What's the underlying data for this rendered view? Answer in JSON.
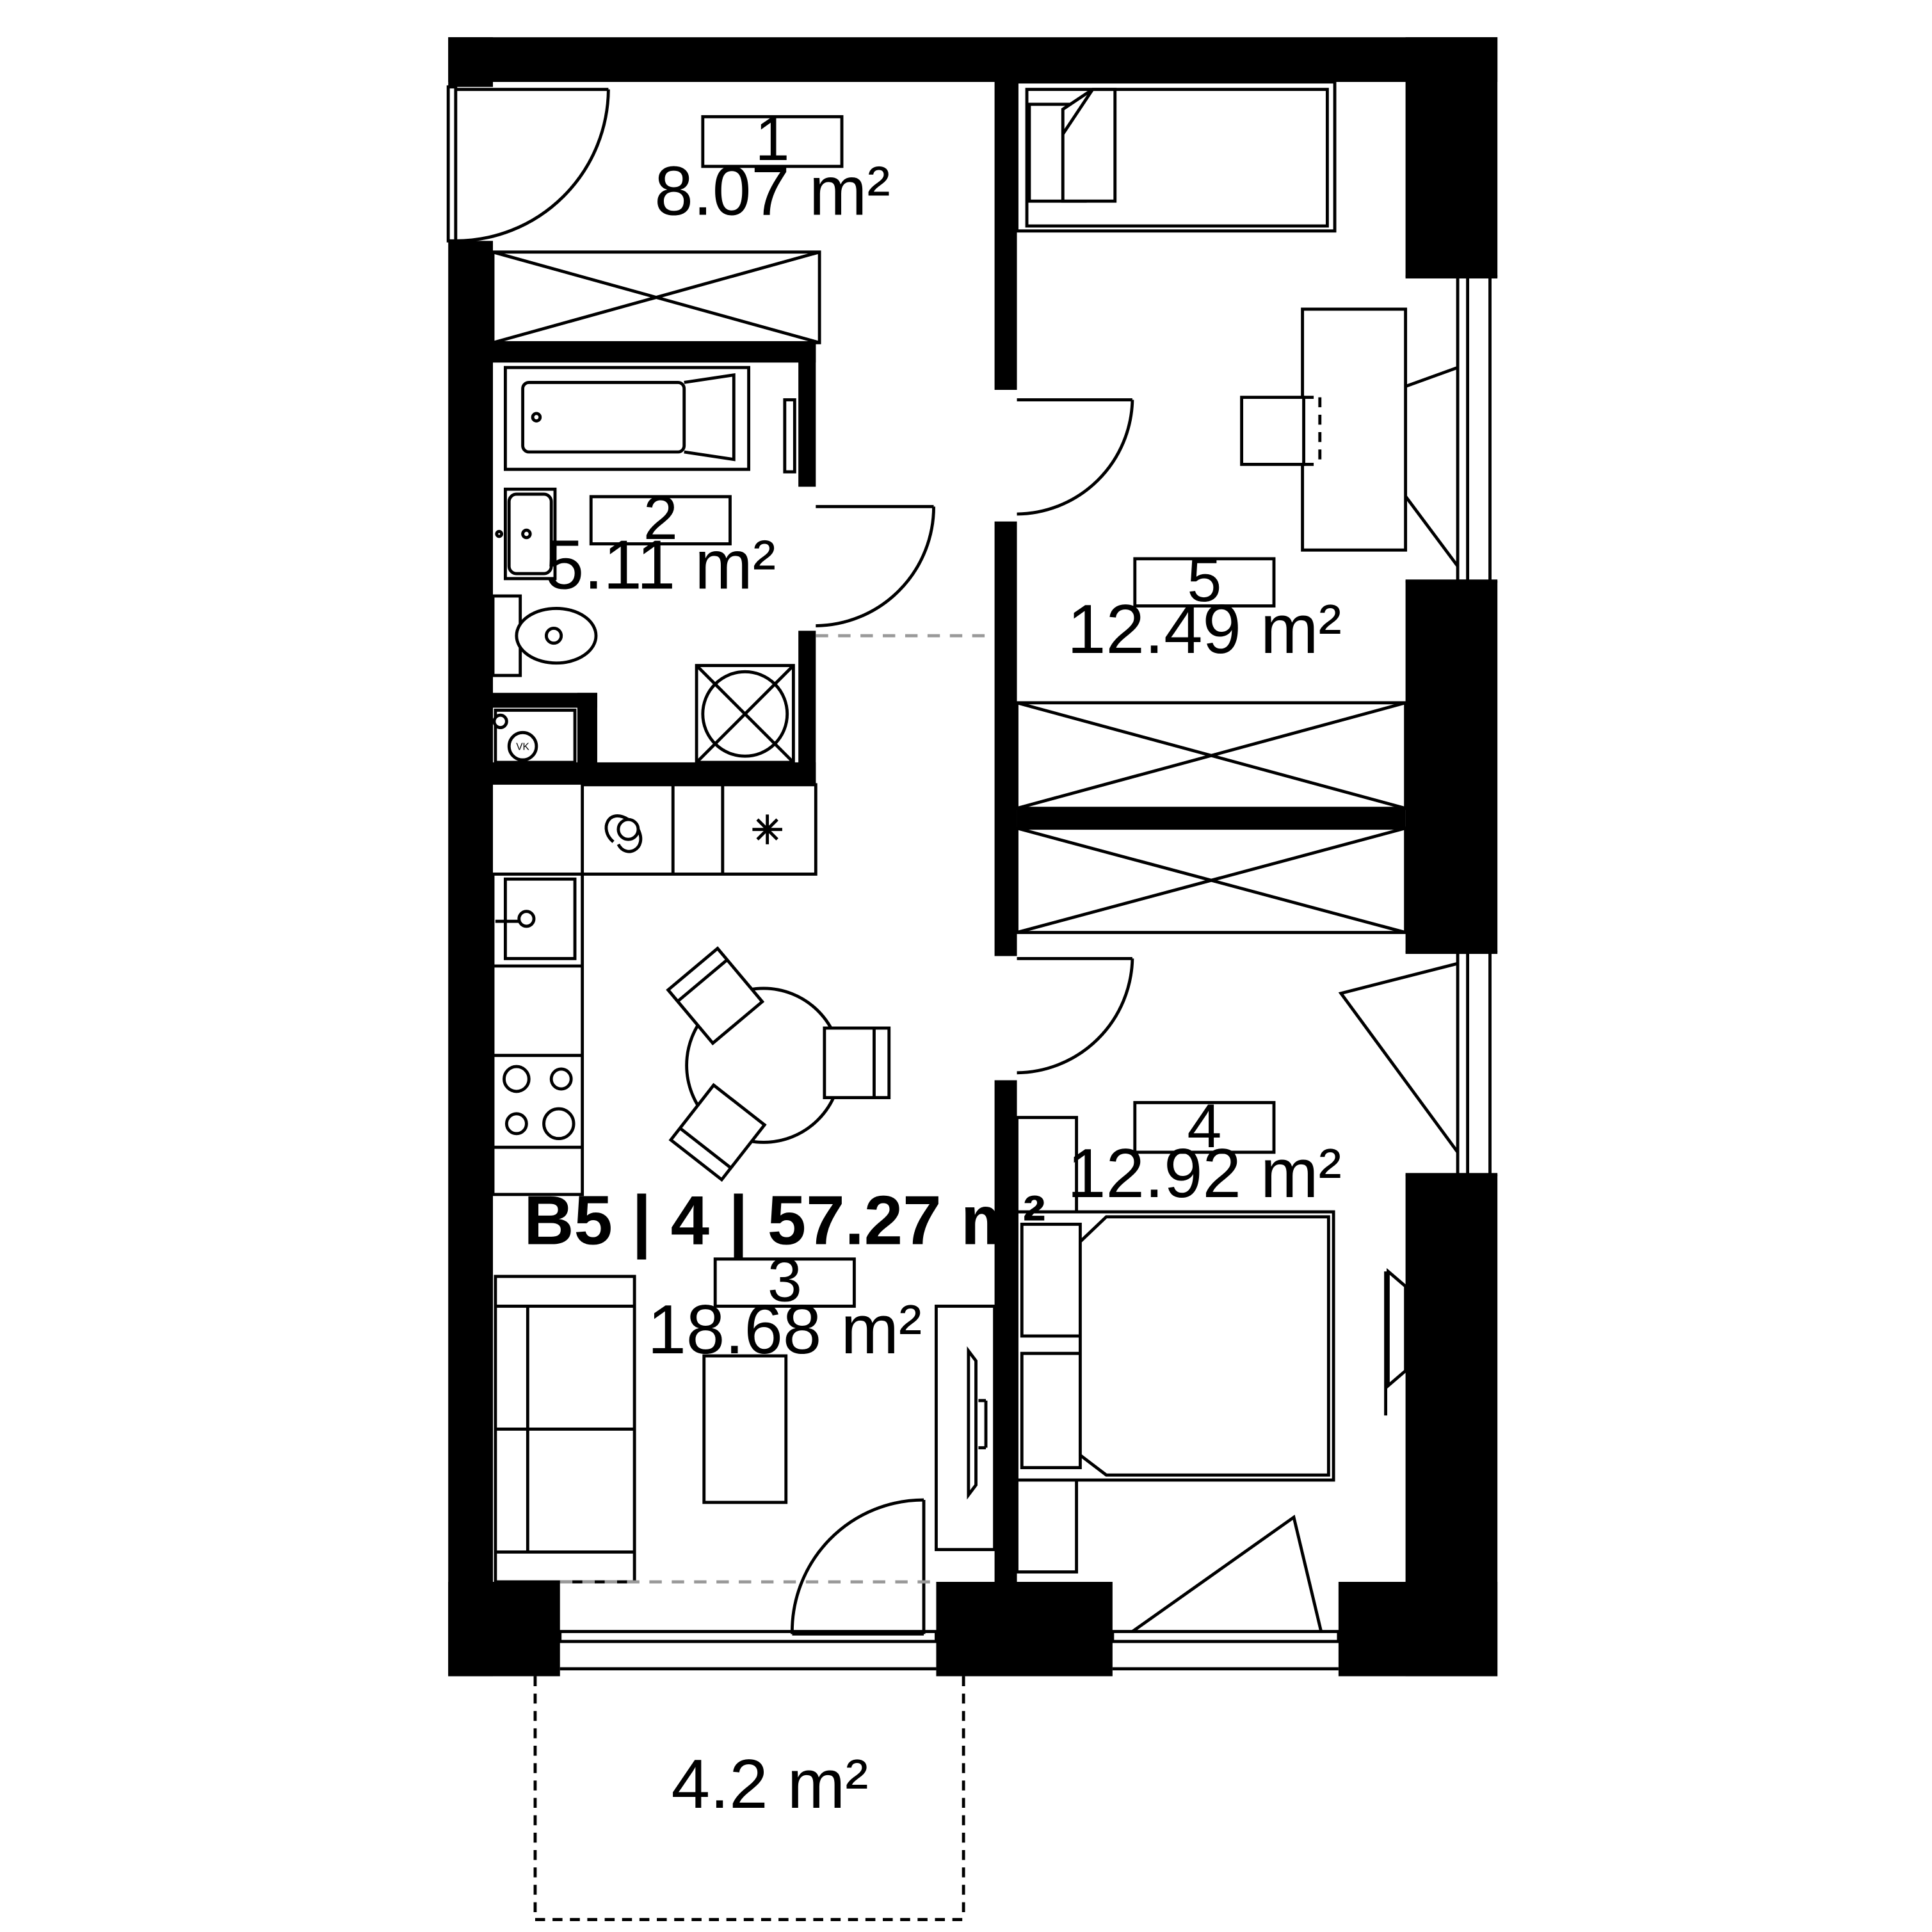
{
  "unit": {
    "title": "B5 | 4 | 57.27 m²"
  },
  "rooms": [
    {
      "number": "1",
      "area": "8.07 m²"
    },
    {
      "number": "2",
      "area": "5.11 m²"
    },
    {
      "number": "3",
      "area": "18.68 m²"
    },
    {
      "number": "4",
      "area": "12.92 m²"
    },
    {
      "number": "5",
      "area": "12.49 m²"
    }
  ],
  "balcony": {
    "area": "4.2 m²"
  },
  "symbols": {
    "vk": "VK"
  },
  "colors": {
    "wall": "#000000",
    "background": "#ffffff",
    "dashed": "#999999"
  }
}
